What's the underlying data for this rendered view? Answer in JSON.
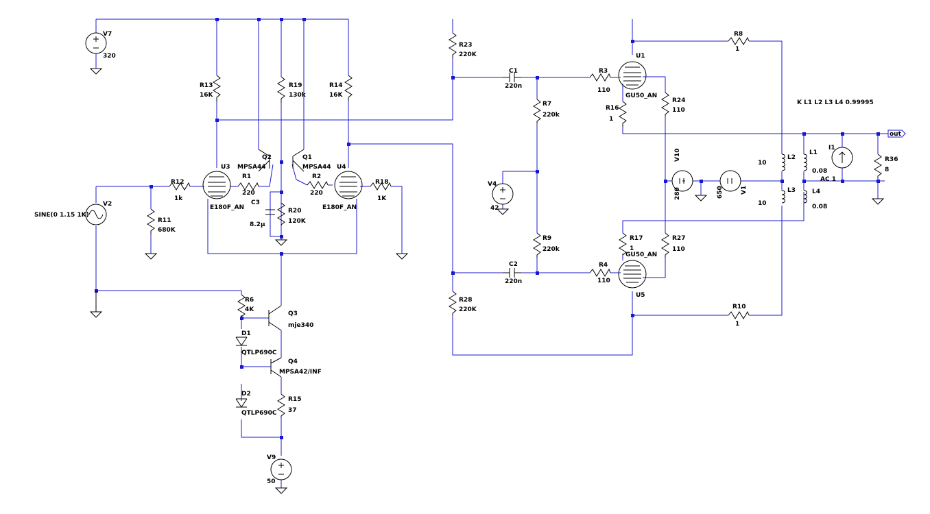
{
  "labels": {
    "V7": "V7",
    "V7v": "320",
    "R13": "R13",
    "R13v": "16K",
    "R19": "R19",
    "R19v": "130k",
    "R14": "R14",
    "R14v": "16K",
    "Q2": "Q2",
    "Q2v": "MPSA44",
    "Q1": "Q1",
    "Q1v": "MPSA44",
    "R12": "R12",
    "R12v": "1k",
    "R1": "R1",
    "R1v": "220",
    "U3": "U3",
    "U3v": "E180F_AN",
    "C3": "C3",
    "C3v": "8.2µ",
    "R20": "R20",
    "R20v": "120K",
    "R2": "R2",
    "R2v": "220",
    "U4": "U4",
    "U4v": "E180F_AN",
    "R18": "R18",
    "R18v": "1K",
    "V2": "V2",
    "V2v": "SINE(0 1.15 1K)",
    "R11": "R11",
    "R11v": "680K",
    "R6": "R6",
    "R6v": "4K",
    "Q3": "Q3",
    "Q3v": "mje340",
    "D1": "D1",
    "D1v": "QTLP690C",
    "Q4": "Q4",
    "Q4v": "MPSA42/INF",
    "D2": "D2",
    "D2v": "QTLP690C",
    "R15": "R15",
    "R15v": "37",
    "V9": "V9",
    "V9v": "50",
    "R23": "R23",
    "R23v": "220K",
    "C1": "C1",
    "C1v": "220n",
    "R7": "R7",
    "R7v": "220k",
    "V4": "V4",
    "V4v": "42",
    "R9": "R9",
    "R9v": "220k",
    "C2": "C2",
    "C2v": "220n",
    "R28": "R28",
    "R28v": "220K",
    "R3": "R3",
    "R3v": "110",
    "U1": "U1",
    "U1v": "GU50_AN",
    "R16": "R16",
    "R16v": "1",
    "R24": "R24",
    "R24v": "110",
    "R8": "R8",
    "R8v": "1",
    "V10": "V10",
    "V10v": "280",
    "V1": "V1",
    "V1v": "650",
    "L2": "L2",
    "L2v": "10",
    "L1": "L1",
    "L1v": "0.08",
    "L3": "L3",
    "L3v": "10",
    "L4": "L4",
    "L4v": "0.08",
    "I1": "I1",
    "I1v": "AC 1",
    "R36": "R36",
    "R36v": "8",
    "out": "out",
    "K": "K L1 L2 L3 L4 0.99995",
    "R17": "R17",
    "R17v": "1",
    "R27": "R27",
    "R27v": "110",
    "U5": "U5",
    "U5v": "GU50_AN",
    "R4": "R4",
    "R4v": "110",
    "R10": "R10",
    "R10v": "1"
  }
}
